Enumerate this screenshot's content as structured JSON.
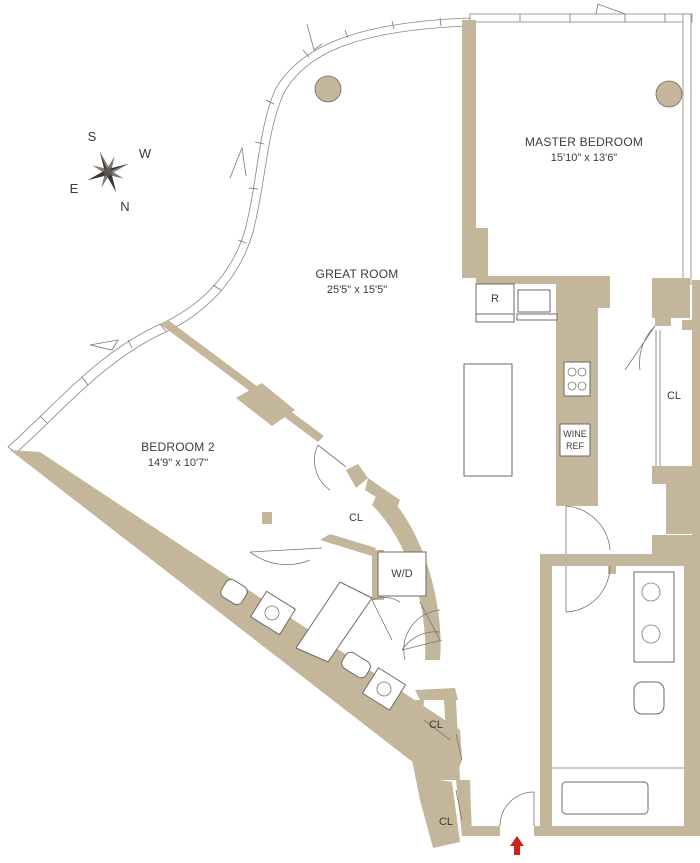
{
  "rooms": {
    "master_bedroom": {
      "name": "MASTER BEDROOM",
      "dims": "15'10\" x 13'6\""
    },
    "great_room": {
      "name": "GREAT ROOM",
      "dims": "25'5\" x 15'5\""
    },
    "bedroom_2": {
      "name": "BEDROOM 2",
      "dims": "14'9\" x 10'7\""
    }
  },
  "labels": {
    "refrigerator": "R",
    "wine_ref_line1": "WINE",
    "wine_ref_line2": "REF",
    "washer_dryer": "W/D",
    "closet": "CL"
  },
  "compass": {
    "north": "N",
    "south": "S",
    "east": "E",
    "west": "W"
  },
  "colors": {
    "wall": "#c4b69b",
    "column": "#c4b69b",
    "entry_arrow": "#d0201d",
    "text": "#3e3b38"
  },
  "icons": {
    "entry": "entry-arrow-icon",
    "compass": "compass-rose-icon"
  }
}
